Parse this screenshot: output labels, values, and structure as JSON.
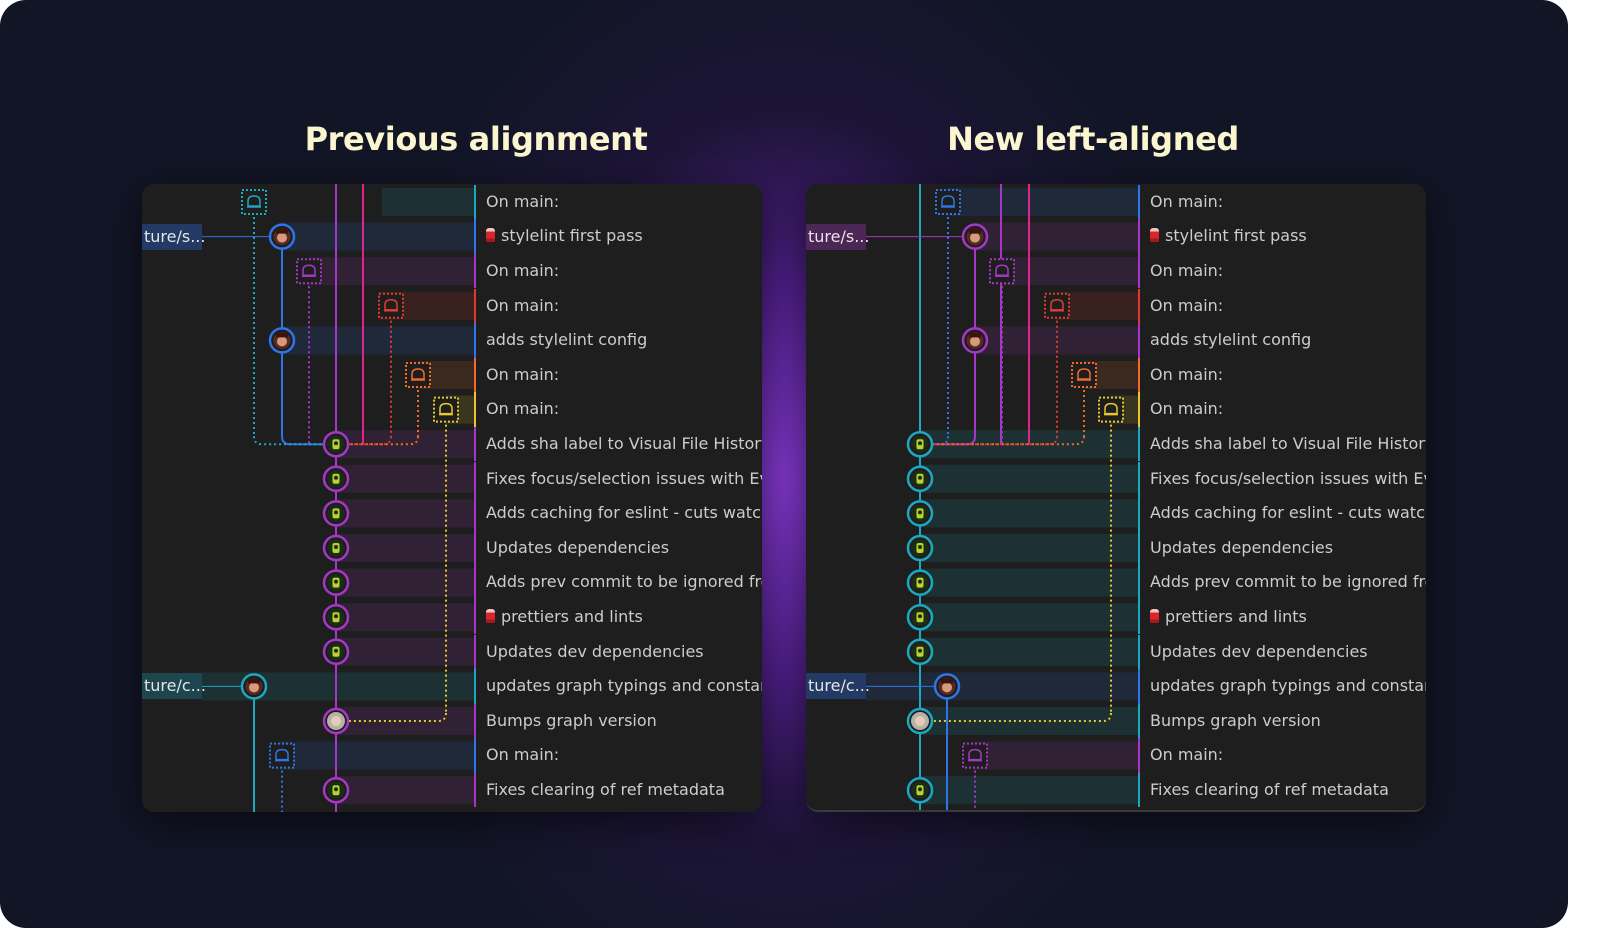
{
  "headings": {
    "left": "Previous alignment",
    "right": "New left-aligned"
  },
  "commits": [
    {
      "message": "On main:",
      "emoji": false
    },
    {
      "message": "stylelint first pass",
      "emoji": true
    },
    {
      "message": "On main:",
      "emoji": false
    },
    {
      "message": "On main:",
      "emoji": false
    },
    {
      "message": "adds stylelint config",
      "emoji": false
    },
    {
      "message": "On main:",
      "emoji": false
    },
    {
      "message": "On main:",
      "emoji": false
    },
    {
      "message": "Adds sha label to Visual File History",
      "emoji": false
    },
    {
      "message": "Fixes focus/selection issues with EventB",
      "emoji": false
    },
    {
      "message": "Adds caching for eslint - cuts watch tim",
      "emoji": false
    },
    {
      "message": "Updates dependencies",
      "emoji": false
    },
    {
      "message": "Adds prev commit to be ignored from b",
      "emoji": false
    },
    {
      "message": "prettiers and lints",
      "emoji": true
    },
    {
      "message": "Updates dev dependencies",
      "emoji": false
    },
    {
      "message": "updates graph typings and constants",
      "emoji": false
    },
    {
      "message": "Bumps graph version",
      "emoji": false
    },
    {
      "message": "On main:",
      "emoji": false
    },
    {
      "message": "Fixes clearing of ref metadata",
      "emoji": false
    }
  ],
  "branch_labels": {
    "left": [
      {
        "text": "ture/s...",
        "row": 1
      },
      {
        "text": "ture/c...",
        "row": 14
      }
    ],
    "right": [
      {
        "text": "ture/s...",
        "row": 1
      },
      {
        "text": "ture/c...",
        "row": 14
      }
    ]
  },
  "icons": {
    "stash": "stash-icon",
    "avatar": "avatar",
    "emoji": "lipstick-emoji-icon"
  },
  "colors": {
    "teal": "#1ea7c0",
    "blue": "#2f74e8",
    "purple": "#a537c7",
    "pink": "#e0248c",
    "red": "#e03a2e",
    "orange": "#f06a2a",
    "yellow": "#e8c72d",
    "heading": "#fbf6cf"
  }
}
